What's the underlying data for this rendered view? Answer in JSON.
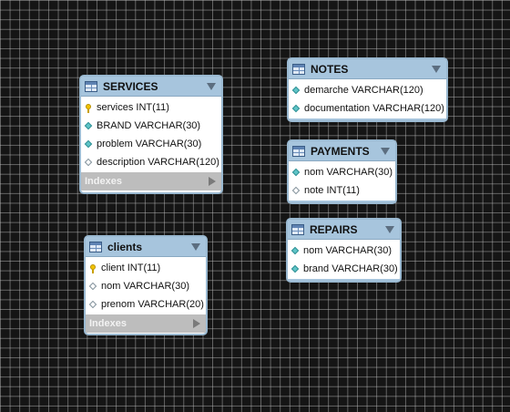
{
  "entities": {
    "services": {
      "name": "SERVICES",
      "indexes_label": "Indexes",
      "columns": [
        {
          "label": "services INT(11)",
          "icon": "primary-key-icon"
        },
        {
          "label": "BRAND VARCHAR(30)",
          "icon": "not-null-column-icon"
        },
        {
          "label": "problem VARCHAR(30)",
          "icon": "not-null-column-icon"
        },
        {
          "label": "description VARCHAR(120)",
          "icon": "nullable-column-icon"
        }
      ]
    },
    "notes": {
      "name": "NOTES",
      "columns": [
        {
          "label": "demarche VARCHAR(120)",
          "icon": "not-null-column-icon"
        },
        {
          "label": "documentation VARCHAR(120)",
          "icon": "not-null-column-icon"
        }
      ]
    },
    "payments": {
      "name": "PAYMENTS",
      "columns": [
        {
          "label": "nom VARCHAR(30)",
          "icon": "not-null-column-icon"
        },
        {
          "label": "note INT(11)",
          "icon": "nullable-column-icon"
        }
      ]
    },
    "repairs": {
      "name": "REPAIRS",
      "columns": [
        {
          "label": "nom VARCHAR(30)",
          "icon": "not-null-column-icon"
        },
        {
          "label": "brand VARCHAR(30)",
          "icon": "not-null-column-icon"
        }
      ]
    },
    "clients": {
      "name": "clients",
      "indexes_label": "Indexes",
      "columns": [
        {
          "label": "client INT(11)",
          "icon": "primary-key-icon"
        },
        {
          "label": "nom VARCHAR(30)",
          "icon": "nullable-column-icon"
        },
        {
          "label": "prenom VARCHAR(20)",
          "icon": "nullable-column-icon"
        }
      ]
    }
  },
  "colors": {
    "canvas": "#151515",
    "grid": "#c8c8c8",
    "header": "#a7c5dd",
    "indexes_bar": "#bdbdbd"
  }
}
